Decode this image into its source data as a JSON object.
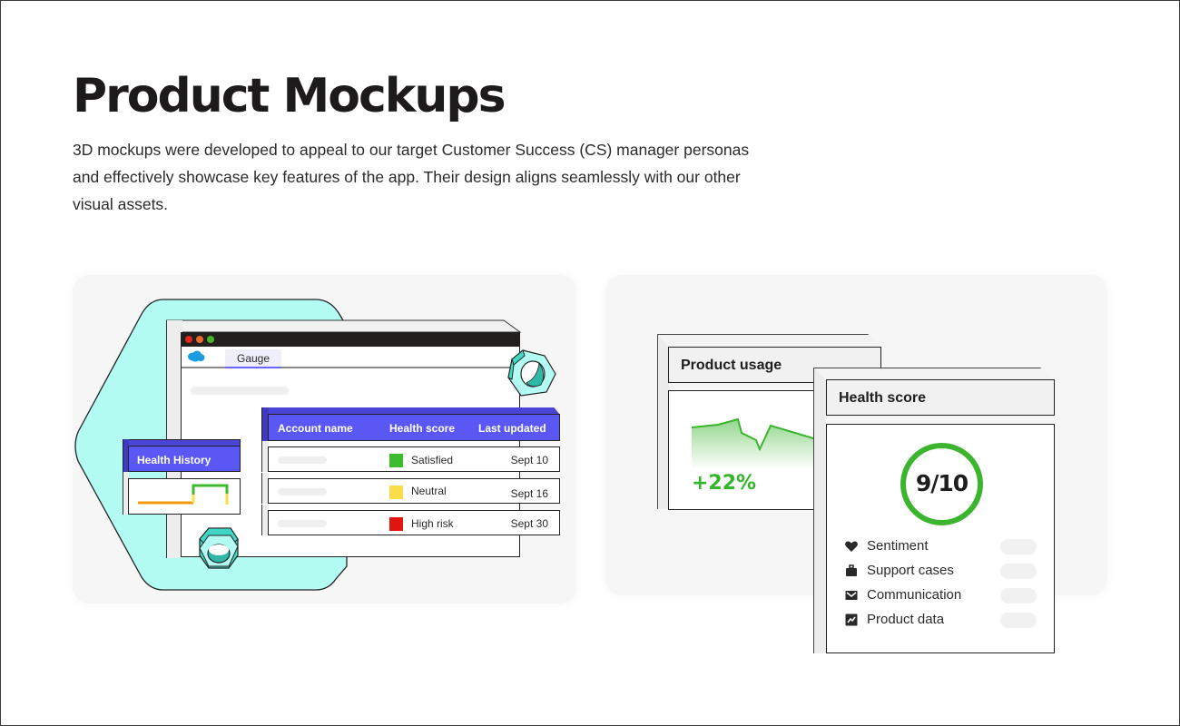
{
  "page": {
    "title": "Product Mockups",
    "description": "3D mockups were developed to appeal to our target Customer Success (CS) manager personas and effectively showcase key features of the app. Their design aligns seamlessly with our other visual assets."
  },
  "left_mockup": {
    "browser": {
      "window_dots": [
        "#e0261d",
        "#ef6a2a",
        "#4bb32a"
      ],
      "brand_icon": "salesforce-cloud-icon",
      "tab_label": "Gauge"
    },
    "table": {
      "columns": [
        "Account name",
        "Health score",
        "Last updated"
      ],
      "rows": [
        {
          "status": "Satisfied",
          "color": "#3dbb2f",
          "date": "Sept 10"
        },
        {
          "status": "Neutral",
          "color": "#fbdd4a",
          "date": "Sept 16"
        },
        {
          "status": "High risk",
          "color": "#e0150d",
          "date": "Sept 30"
        }
      ]
    },
    "health_history": {
      "title": "Health History"
    },
    "decorations": [
      "hex-nut-icon",
      "hex-nut-icon"
    ],
    "colors": {
      "accent": "#5b57f5",
      "backdrop": "#b3fcf4"
    }
  },
  "right_mockup": {
    "product_usage": {
      "title": "Product usage",
      "change": "+22%"
    },
    "health_score": {
      "title": "Health score",
      "score": "9/10",
      "metrics": [
        {
          "icon": "heart-icon",
          "label": "Sentiment"
        },
        {
          "icon": "briefcase-icon",
          "label": "Support cases"
        },
        {
          "icon": "envelope-icon",
          "label": "Communication"
        },
        {
          "icon": "chart-icon",
          "label": "Product data"
        }
      ]
    },
    "colors": {
      "positive": "#3ab52d"
    }
  }
}
